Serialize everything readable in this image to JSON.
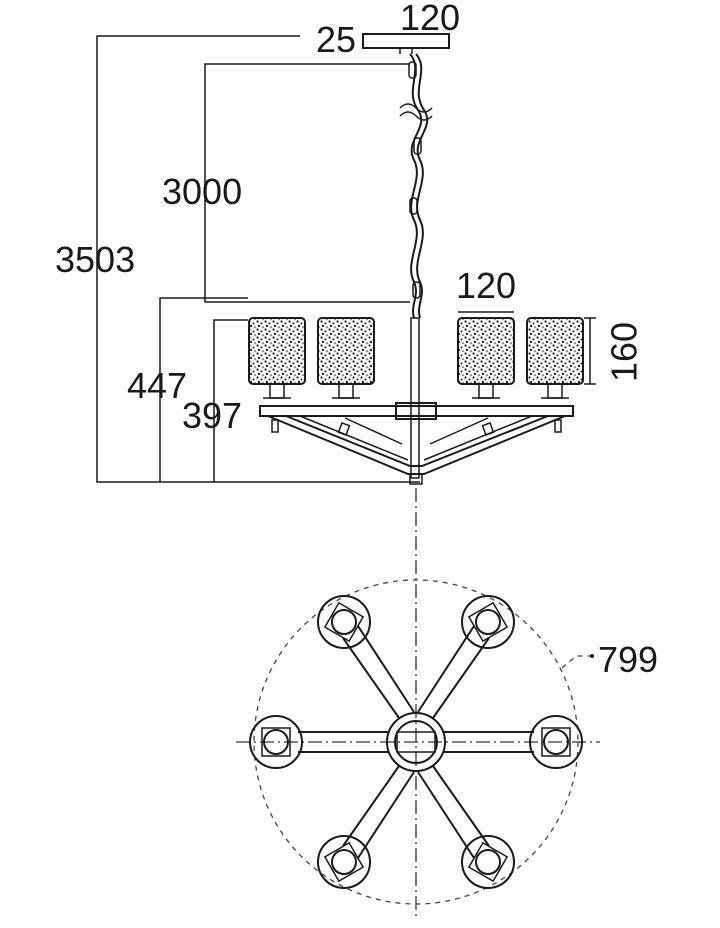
{
  "dimensions": {
    "ceiling_plate_width": "120",
    "ceiling_plate_height": "25",
    "overall_height": "3503",
    "cable_length": "3000",
    "body_height": "447",
    "arm_height": "397",
    "shade_width": "120",
    "shade_height": "160",
    "diameter": "799"
  },
  "colors": {
    "line": "#1a1a1a",
    "background": "#ffffff"
  }
}
